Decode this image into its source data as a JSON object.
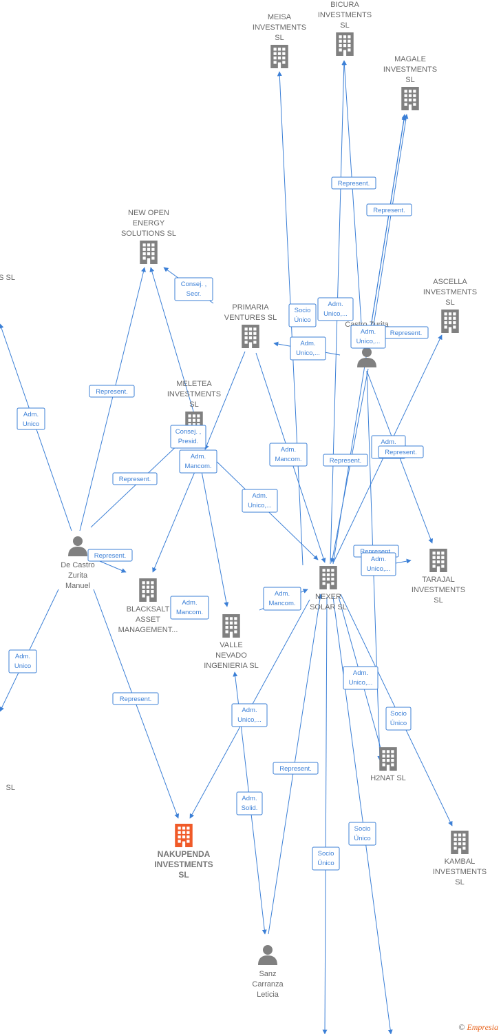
{
  "colors": {
    "edge": "#3b7fd6",
    "company": "#808080",
    "highlight": "#f05a28",
    "person": "#808080",
    "text": "#666666"
  },
  "nodes": [
    {
      "id": "meisa",
      "kind": "company",
      "lines": [
        "MEISA",
        "INVESTMENTS",
        "SL"
      ]
    },
    {
      "id": "bicura",
      "kind": "company",
      "lines": [
        "BICURA",
        "INVESTMENTS",
        "SL"
      ]
    },
    {
      "id": "magale",
      "kind": "company",
      "lines": [
        "MAGALE",
        "INVESTMENTS",
        "SL"
      ]
    },
    {
      "id": "newopen",
      "kind": "company",
      "lines": [
        "NEW OPEN",
        "ENERGY",
        "SOLUTIONS  SL"
      ]
    },
    {
      "id": "primaria",
      "kind": "company",
      "lines": [
        "PRIMARIA",
        "VENTURES SL"
      ]
    },
    {
      "id": "ascella",
      "kind": "company",
      "lines": [
        "ASCELLA",
        "INVESTMENTS",
        "SL"
      ]
    },
    {
      "id": "meletea",
      "kind": "company",
      "lines": [
        "MELETEA",
        "INVESTMENTS",
        "SL"
      ]
    },
    {
      "id": "castro",
      "kind": "person",
      "lines": [
        "Castro Zurita"
      ]
    },
    {
      "id": "decastro",
      "kind": "person",
      "lines": [
        "De Castro",
        "Zurita",
        "Manuel"
      ]
    },
    {
      "id": "blacksalt",
      "kind": "company",
      "lines": [
        "BLACKSALT",
        "ASSET",
        "MANAGEMENT..."
      ]
    },
    {
      "id": "nexer",
      "kind": "company",
      "lines": [
        "NEXER",
        "SOLAR  SL"
      ]
    },
    {
      "id": "tarajal",
      "kind": "company",
      "lines": [
        "TARAJAL",
        "INVESTMENTS",
        "SL"
      ]
    },
    {
      "id": "valle",
      "kind": "company",
      "lines": [
        "VALLE",
        "NEVADO",
        "INGENIERIA SL"
      ]
    },
    {
      "id": "h2nat",
      "kind": "company",
      "lines": [
        "H2NAT  SL"
      ]
    },
    {
      "id": "kambal",
      "kind": "company",
      "lines": [
        "KAMBAL",
        "INVESTMENTS",
        "SL"
      ]
    },
    {
      "id": "nakupenda",
      "kind": "highlight",
      "lines": [
        "NAKUPENDA",
        "INVESTMENTS",
        "SL"
      ]
    },
    {
      "id": "sanz",
      "kind": "person",
      "lines": [
        "Sanz",
        "Carranza",
        "Leticia"
      ]
    },
    {
      "id": "leftA",
      "kind": "text",
      "lines": [
        "S SL"
      ]
    },
    {
      "id": "leftB",
      "kind": "text",
      "lines": [
        "SL"
      ]
    }
  ],
  "tags": [
    {
      "id": "t1",
      "lines": [
        "Represent."
      ]
    },
    {
      "id": "t2",
      "lines": [
        "Represent."
      ]
    },
    {
      "id": "t3",
      "lines": [
        "Consej. ,",
        "Secr."
      ]
    },
    {
      "id": "t4",
      "lines": [
        "Socio",
        "Único"
      ]
    },
    {
      "id": "t5",
      "lines": [
        "Adm.",
        "Unico,..."
      ]
    },
    {
      "id": "t6",
      "lines": [
        "Adm.",
        "Unico,..."
      ]
    },
    {
      "id": "t7",
      "lines": [
        "Represent."
      ]
    },
    {
      "id": "t8",
      "lines": [
        "Adm.",
        "Unico,..."
      ]
    },
    {
      "id": "t9",
      "lines": [
        "Represent."
      ]
    },
    {
      "id": "t10",
      "lines": [
        "Adm.",
        "Unico"
      ]
    },
    {
      "id": "t11",
      "lines": [
        "Consej. ,",
        "Presid."
      ]
    },
    {
      "id": "t12",
      "lines": [
        "Adm.",
        "Mancom."
      ]
    },
    {
      "id": "t13",
      "lines": [
        "Represent."
      ]
    },
    {
      "id": "t14",
      "lines": [
        "Adm.",
        "Mancom."
      ]
    },
    {
      "id": "t15",
      "lines": [
        "Represent."
      ]
    },
    {
      "id": "t16",
      "lines": [
        "Adm.",
        "U..."
      ]
    },
    {
      "id": "t17",
      "lines": [
        "Represent."
      ]
    },
    {
      "id": "t18",
      "lines": [
        "Adm.",
        "Unico,..."
      ]
    },
    {
      "id": "t19",
      "lines": [
        "Represent."
      ]
    },
    {
      "id": "t20",
      "lines": [
        "Represent."
      ]
    },
    {
      "id": "t21",
      "lines": [
        "Adm.",
        "Unico,..."
      ]
    },
    {
      "id": "t22",
      "lines": [
        "Adm.",
        "Mancom."
      ]
    },
    {
      "id": "t23",
      "lines": [
        "Adm.",
        "Mancom."
      ]
    },
    {
      "id": "t24",
      "lines": [
        "Adm.",
        "Unico"
      ]
    },
    {
      "id": "t25",
      "lines": [
        "Adm.",
        "Unico,..."
      ]
    },
    {
      "id": "t26",
      "lines": [
        "Represent."
      ]
    },
    {
      "id": "t27",
      "lines": [
        "Adm.",
        "Unico,..."
      ]
    },
    {
      "id": "t28",
      "lines": [
        "Socio",
        "Único"
      ]
    },
    {
      "id": "t29",
      "lines": [
        "Represent."
      ]
    },
    {
      "id": "t30",
      "lines": [
        "Adm.",
        "Solid."
      ]
    },
    {
      "id": "t31",
      "lines": [
        "Socio",
        "Único"
      ]
    },
    {
      "id": "t32",
      "lines": [
        "Socio",
        "Único"
      ]
    }
  ],
  "credit": {
    "symbol": "©",
    "brand": "Empresia"
  }
}
